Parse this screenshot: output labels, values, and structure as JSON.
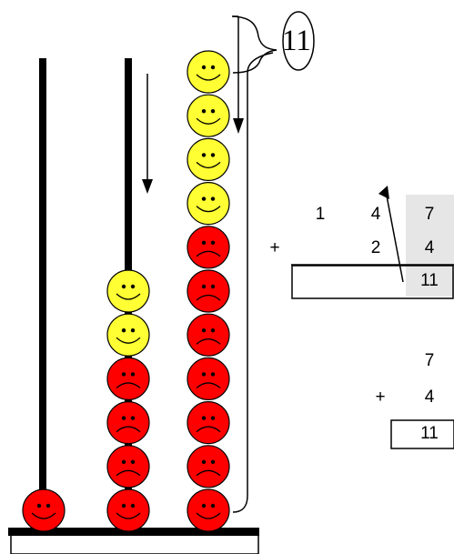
{
  "colors": {
    "red_bead": "#ff0000",
    "yellow_bead": "#ffff33",
    "outline": "#000000",
    "highlight": "#e6e6e6"
  },
  "abacus": {
    "rods": [
      {
        "name": "hundreds-rod",
        "beads": [
          "red"
        ]
      },
      {
        "name": "tens-rod",
        "beads": [
          "red",
          "red",
          "red",
          "red",
          "yellow",
          "yellow"
        ]
      },
      {
        "name": "ones-rod",
        "beads": [
          "red",
          "red",
          "red",
          "red",
          "red",
          "red",
          "red",
          "yellow",
          "yellow",
          "yellow",
          "yellow"
        ]
      }
    ],
    "bracket_label": "11"
  },
  "column_addition": {
    "row1": [
      "1",
      "4",
      "7"
    ],
    "operator": "+",
    "row2": [
      "2",
      "4"
    ],
    "result": "11"
  },
  "small_addition": {
    "top": "7",
    "operator": "+",
    "bottom": "4",
    "result": "11"
  }
}
